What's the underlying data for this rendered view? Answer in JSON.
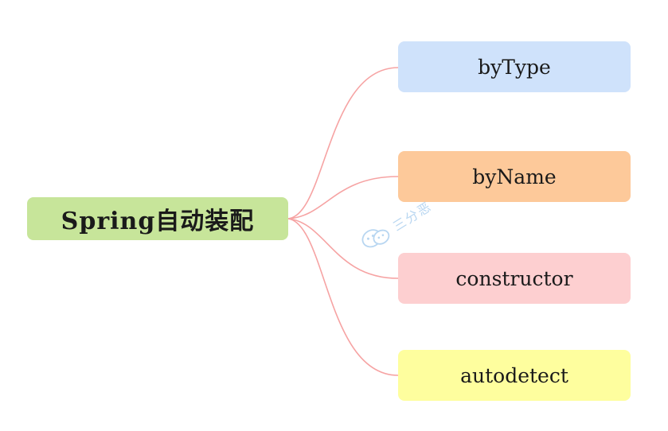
{
  "root": {
    "label": "Spring自动装配",
    "color": "#c7e59a"
  },
  "children": [
    {
      "label": "byType",
      "color": "#cfe2fb"
    },
    {
      "label": "byName",
      "color": "#fdc99a"
    },
    {
      "label": "constructor",
      "color": "#fdcfd0"
    },
    {
      "label": "autodetect",
      "color": "#fefe9e"
    }
  ],
  "connector_color": "#f6a3a3",
  "watermark": {
    "text": "三分恶",
    "icon": "wechat-icon",
    "color": "#7fb6e6"
  }
}
